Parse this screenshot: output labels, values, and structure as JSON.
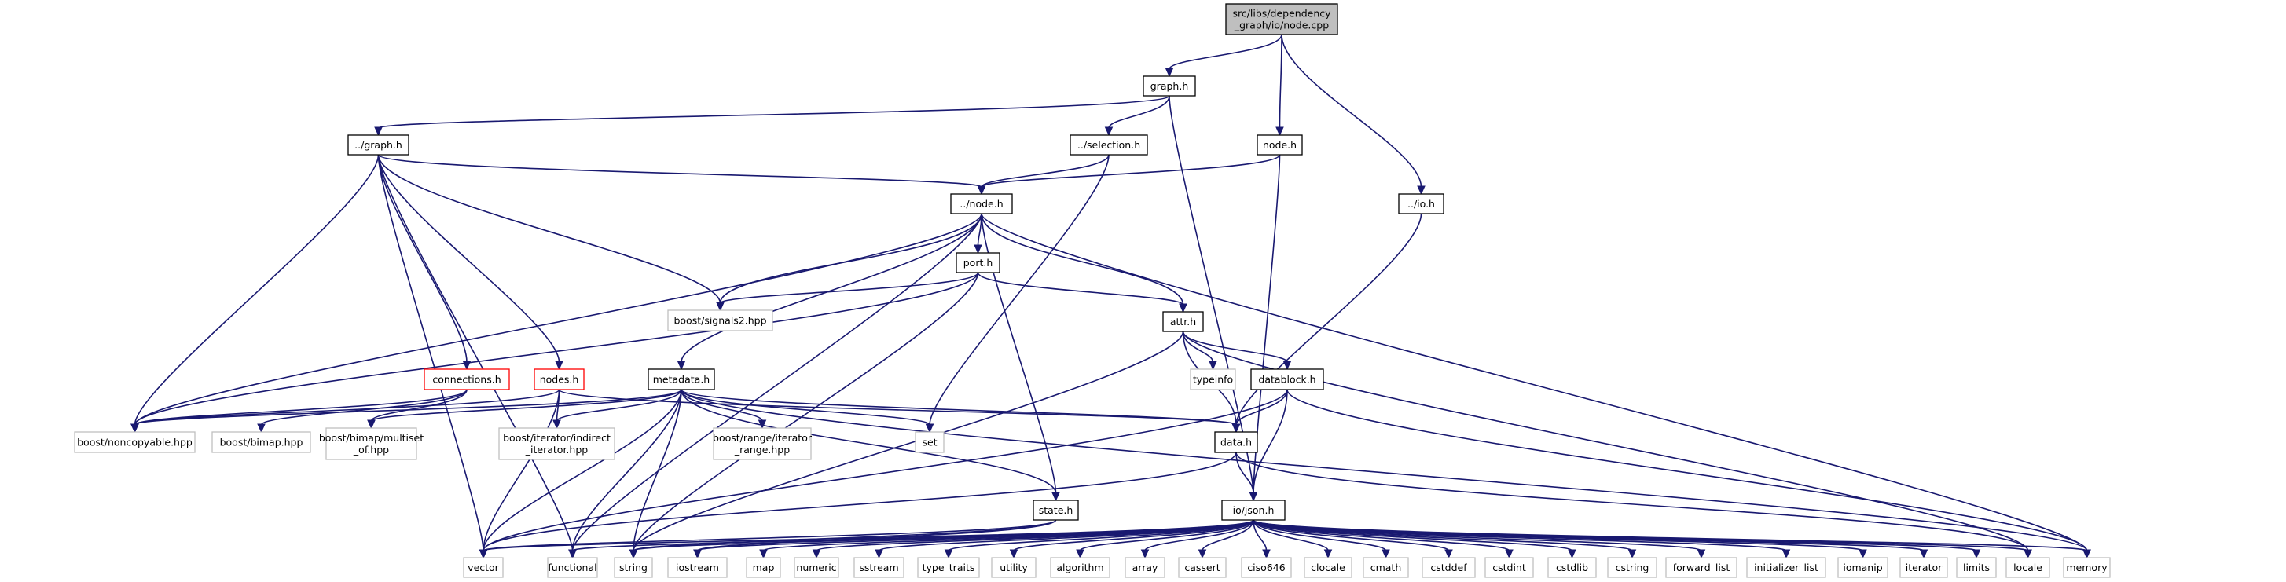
{
  "nodes": [
    {
      "id": "root",
      "label": "src/libs/dependency\n_graph/io/node.cpp",
      "kind": "root"
    },
    {
      "id": "graph_h",
      "label": "graph.h",
      "kind": "project"
    },
    {
      "id": "node_h",
      "label": "node.h",
      "kind": "project"
    },
    {
      "id": "io_h",
      "label": "../io.h",
      "kind": "project"
    },
    {
      "id": "pgraph_h",
      "label": "../graph.h",
      "kind": "project"
    },
    {
      "id": "selection_h",
      "label": "../selection.h",
      "kind": "project"
    },
    {
      "id": "pnode_h",
      "label": "../node.h",
      "kind": "project"
    },
    {
      "id": "port_h",
      "label": "port.h",
      "kind": "project"
    },
    {
      "id": "attr_h",
      "label": "attr.h",
      "kind": "project"
    },
    {
      "id": "typeinfo",
      "label": "typeinfo",
      "kind": "external"
    },
    {
      "id": "datablock_h",
      "label": "datablock.h",
      "kind": "project"
    },
    {
      "id": "signals2",
      "label": "boost/signals2.hpp",
      "kind": "external"
    },
    {
      "id": "connections_h",
      "label": "connections.h",
      "kind": "truncated"
    },
    {
      "id": "nodes_h",
      "label": "nodes.h",
      "kind": "truncated"
    },
    {
      "id": "metadata_h",
      "label": "metadata.h",
      "kind": "project"
    },
    {
      "id": "noncopyable",
      "label": "boost/noncopyable.hpp",
      "kind": "external"
    },
    {
      "id": "bimap",
      "label": "boost/bimap.hpp",
      "kind": "external"
    },
    {
      "id": "multiset",
      "label": "boost/bimap/multiset\n_of.hpp",
      "kind": "external"
    },
    {
      "id": "indirect",
      "label": "boost/iterator/indirect\n_iterator.hpp",
      "kind": "external"
    },
    {
      "id": "range",
      "label": "boost/range/iterator\n_range.hpp",
      "kind": "external"
    },
    {
      "id": "set",
      "label": "set",
      "kind": "external"
    },
    {
      "id": "data_h",
      "label": "data.h",
      "kind": "project"
    },
    {
      "id": "state_h",
      "label": "state.h",
      "kind": "project"
    },
    {
      "id": "json_h",
      "label": "io/json.h",
      "kind": "project"
    },
    {
      "id": "vector",
      "label": "vector",
      "kind": "external"
    },
    {
      "id": "functional",
      "label": "functional",
      "kind": "external"
    },
    {
      "id": "string",
      "label": "string",
      "kind": "external"
    },
    {
      "id": "iostream",
      "label": "iostream",
      "kind": "external"
    },
    {
      "id": "map",
      "label": "map",
      "kind": "external"
    },
    {
      "id": "numeric",
      "label": "numeric",
      "kind": "external"
    },
    {
      "id": "sstream",
      "label": "sstream",
      "kind": "external"
    },
    {
      "id": "type_traits",
      "label": "type_traits",
      "kind": "external"
    },
    {
      "id": "utility",
      "label": "utility",
      "kind": "external"
    },
    {
      "id": "algorithm",
      "label": "algorithm",
      "kind": "external"
    },
    {
      "id": "array",
      "label": "array",
      "kind": "external"
    },
    {
      "id": "cassert",
      "label": "cassert",
      "kind": "external"
    },
    {
      "id": "ciso646",
      "label": "ciso646",
      "kind": "external"
    },
    {
      "id": "clocale",
      "label": "clocale",
      "kind": "external"
    },
    {
      "id": "cmath",
      "label": "cmath",
      "kind": "external"
    },
    {
      "id": "cstddef",
      "label": "cstddef",
      "kind": "external"
    },
    {
      "id": "cstdint",
      "label": "cstdint",
      "kind": "external"
    },
    {
      "id": "cstdlib",
      "label": "cstdlib",
      "kind": "external"
    },
    {
      "id": "cstring",
      "label": "cstring",
      "kind": "external"
    },
    {
      "id": "forward_list",
      "label": "forward_list",
      "kind": "external"
    },
    {
      "id": "initializer_list",
      "label": "initializer_list",
      "kind": "external"
    },
    {
      "id": "iomanip",
      "label": "iomanip",
      "kind": "external"
    },
    {
      "id": "iterator",
      "label": "iterator",
      "kind": "external"
    },
    {
      "id": "limits",
      "label": "limits",
      "kind": "external"
    },
    {
      "id": "locale",
      "label": "locale",
      "kind": "external"
    },
    {
      "id": "memory",
      "label": "memory",
      "kind": "external"
    }
  ],
  "edges": [
    [
      "root",
      "graph_h"
    ],
    [
      "root",
      "node_h"
    ],
    [
      "root",
      "io_h"
    ],
    [
      "graph_h",
      "pgraph_h"
    ],
    [
      "graph_h",
      "selection_h"
    ],
    [
      "graph_h",
      "json_h"
    ],
    [
      "node_h",
      "pnode_h"
    ],
    [
      "node_h",
      "json_h"
    ],
    [
      "io_h",
      "data_h"
    ],
    [
      "pgraph_h",
      "pnode_h"
    ],
    [
      "pgraph_h",
      "signals2"
    ],
    [
      "pgraph_h",
      "connections_h"
    ],
    [
      "pgraph_h",
      "nodes_h"
    ],
    [
      "pgraph_h",
      "noncopyable"
    ],
    [
      "pgraph_h",
      "vector"
    ],
    [
      "pgraph_h",
      "functional"
    ],
    [
      "selection_h",
      "pnode_h"
    ],
    [
      "selection_h",
      "set"
    ],
    [
      "pnode_h",
      "port_h"
    ],
    [
      "pnode_h",
      "attr_h"
    ],
    [
      "pnode_h",
      "signals2"
    ],
    [
      "pnode_h",
      "metadata_h"
    ],
    [
      "pnode_h",
      "noncopyable"
    ],
    [
      "pnode_h",
      "state_h"
    ],
    [
      "pnode_h",
      "memory"
    ],
    [
      "pnode_h",
      "functional"
    ],
    [
      "port_h",
      "attr_h"
    ],
    [
      "port_h",
      "signals2"
    ],
    [
      "port_h",
      "noncopyable"
    ],
    [
      "port_h",
      "string"
    ],
    [
      "attr_h",
      "typeinfo"
    ],
    [
      "attr_h",
      "datablock_h"
    ],
    [
      "attr_h",
      "data_h"
    ],
    [
      "attr_h",
      "locale"
    ],
    [
      "attr_h",
      "string"
    ],
    [
      "datablock_h",
      "data_h"
    ],
    [
      "datablock_h",
      "json_h"
    ],
    [
      "datablock_h",
      "vector"
    ],
    [
      "datablock_h",
      "memory"
    ],
    [
      "connections_h",
      "noncopyable"
    ],
    [
      "connections_h",
      "bimap"
    ],
    [
      "connections_h",
      "multiset"
    ],
    [
      "nodes_h",
      "noncopyable"
    ],
    [
      "nodes_h",
      "indirect"
    ],
    [
      "nodes_h",
      "data_h"
    ],
    [
      "nodes_h",
      "vector"
    ],
    [
      "metadata_h",
      "noncopyable"
    ],
    [
      "metadata_h",
      "multiset"
    ],
    [
      "metadata_h",
      "indirect"
    ],
    [
      "metadata_h",
      "range"
    ],
    [
      "metadata_h",
      "set"
    ],
    [
      "metadata_h",
      "data_h"
    ],
    [
      "metadata_h",
      "state_h"
    ],
    [
      "metadata_h",
      "vector"
    ],
    [
      "metadata_h",
      "functional"
    ],
    [
      "metadata_h",
      "string"
    ],
    [
      "metadata_h",
      "memory"
    ],
    [
      "data_h",
      "json_h"
    ],
    [
      "data_h",
      "vector"
    ],
    [
      "data_h",
      "locale"
    ],
    [
      "state_h",
      "vector"
    ],
    [
      "state_h",
      "string"
    ],
    [
      "state_h",
      "iostream"
    ],
    [
      "json_h",
      "vector"
    ],
    [
      "json_h",
      "functional"
    ],
    [
      "json_h",
      "string"
    ],
    [
      "json_h",
      "iostream"
    ],
    [
      "json_h",
      "map"
    ],
    [
      "json_h",
      "numeric"
    ],
    [
      "json_h",
      "sstream"
    ],
    [
      "json_h",
      "type_traits"
    ],
    [
      "json_h",
      "utility"
    ],
    [
      "json_h",
      "algorithm"
    ],
    [
      "json_h",
      "array"
    ],
    [
      "json_h",
      "cassert"
    ],
    [
      "json_h",
      "ciso646"
    ],
    [
      "json_h",
      "clocale"
    ],
    [
      "json_h",
      "cmath"
    ],
    [
      "json_h",
      "cstddef"
    ],
    [
      "json_h",
      "cstdint"
    ],
    [
      "json_h",
      "cstdlib"
    ],
    [
      "json_h",
      "cstring"
    ],
    [
      "json_h",
      "forward_list"
    ],
    [
      "json_h",
      "initializer_list"
    ],
    [
      "json_h",
      "iomanip"
    ],
    [
      "json_h",
      "iterator"
    ],
    [
      "json_h",
      "limits"
    ],
    [
      "json_h",
      "locale"
    ],
    [
      "json_h",
      "memory"
    ]
  ]
}
